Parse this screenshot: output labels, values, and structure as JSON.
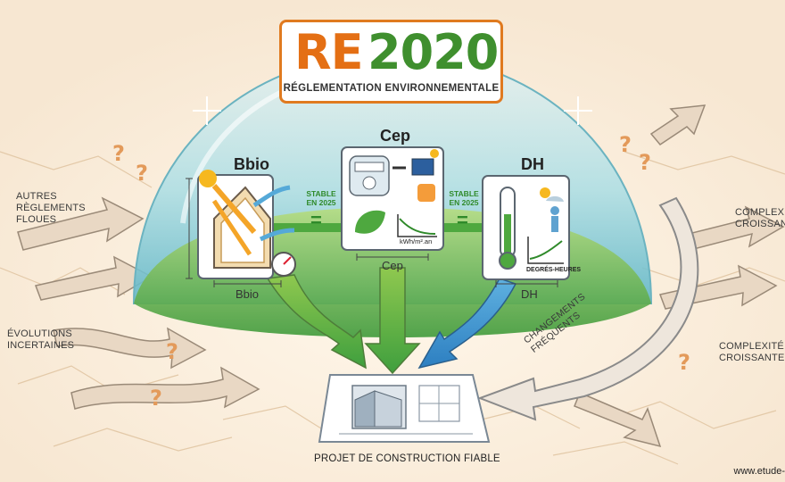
{
  "logo": {
    "part1": "RE",
    "part2": "2020",
    "subtitle": "RÉGLEMENTATION ENVIRONNEMENTALE"
  },
  "indicators": {
    "bbio": {
      "title": "Bbio",
      "dimension": "Bbio"
    },
    "cep": {
      "title": "Cep",
      "dimension": "Cep",
      "unit": "kWh/m².an"
    },
    "dh": {
      "title": "DH",
      "dimension": "DH",
      "chart_label": "DEGRÉS-HEURES"
    }
  },
  "links": [
    {
      "stable": "STABLE EN 2025",
      "symbol": "="
    },
    {
      "stable": "STABLE EN 2025",
      "symbol": "="
    }
  ],
  "outside_labels": {
    "left_top": "AUTRES RÈGLEMENTS FLOUES",
    "left_mid": "ÉVOLUTIONS INCERTAINES",
    "right_top": "COMPLEXITÉ CROISSANTE",
    "right_mid": "COMPLEXITÉ CROISSANTE",
    "arrow": "CHANGEMENTS FRÉQUENTS"
  },
  "bottom_label": "PROJET DE CONSTRUCTION FIABLE",
  "website": "www.etude-",
  "colors": {
    "orange": "#e46f14",
    "green": "#3f8f2e",
    "dome": "#8ecfd9",
    "ground": "#7cc24d"
  }
}
